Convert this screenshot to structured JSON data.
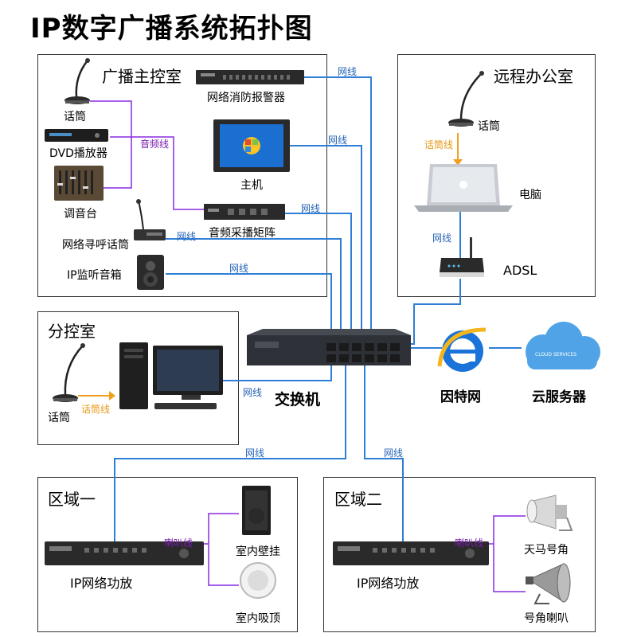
{
  "title": "IP数字广播系统拓扑图",
  "rooms": {
    "main_control": "广播主控室",
    "remote_office": "远程办公室",
    "sub_control": "分控室",
    "zone1": "区域一",
    "zone2": "区域二"
  },
  "devices": {
    "mic_main": "话筒",
    "dvd": "DVD播放器",
    "mixer": "调音台",
    "paging_mic": "网络寻呼话筒",
    "ip_monitor": "IP监听音箱",
    "fire_alarm": "网络消防报警器",
    "host": "主机",
    "matrix": "音频采播矩阵",
    "mic_remote": "话筒",
    "computer": "电脑",
    "adsl": "ADSL",
    "mic_sub": "话筒",
    "switch": "交换机",
    "internet": "因特网",
    "cloud": "云服务器",
    "cloud_badge": "CLOUD SERVICES",
    "amp1": "IP网络功放",
    "wall_speaker": "室内壁挂",
    "ceiling_speaker": "室内吸顶",
    "amp2": "IP网络功放",
    "horn1": "天马号角",
    "horn2": "号角喇叭"
  },
  "wires": {
    "net": "网线",
    "audio": "音频线",
    "mic_cable": "话筒线",
    "speaker_cable": "喇叭线"
  },
  "colors": {
    "network": "#2f7fd6",
    "audio": "#8a2be2",
    "mic_cable": "#f0a020"
  }
}
